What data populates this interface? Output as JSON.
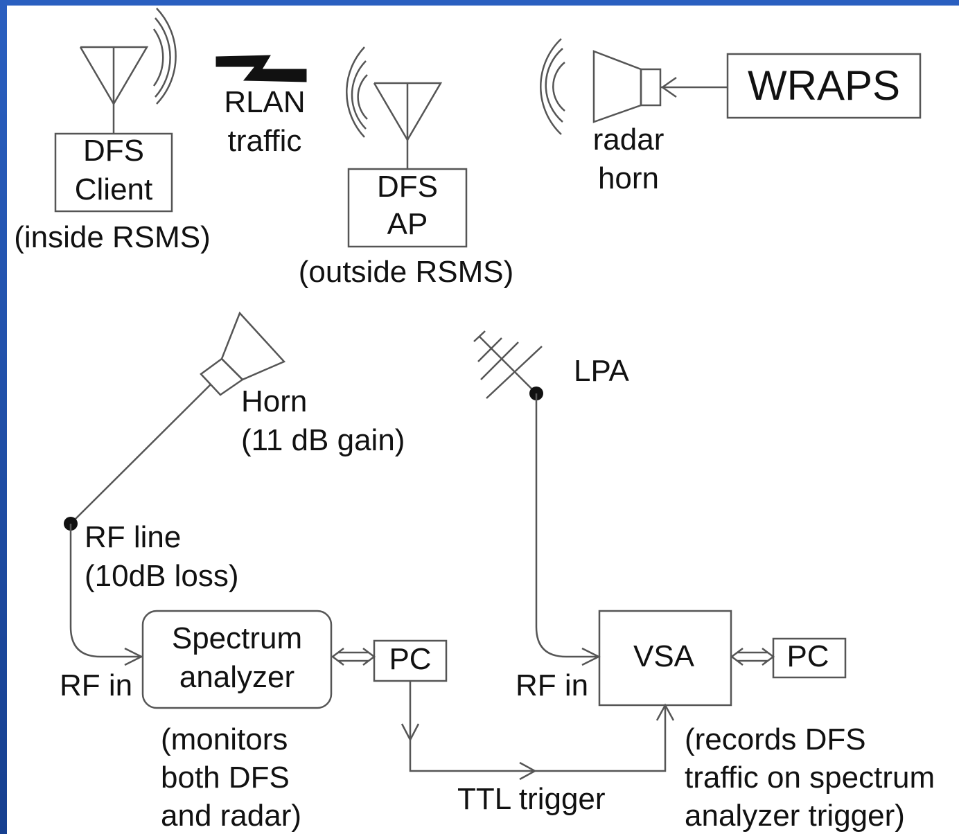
{
  "colors": {
    "frame": "#1f4fa8",
    "background": "#ffffff",
    "ink": "#111111",
    "line": "#555555"
  },
  "top": {
    "client_box": {
      "line1": "DFS",
      "line2": "Client"
    },
    "client_note": "(inside RSMS)",
    "rlan_line1": "RLAN",
    "rlan_line2": "traffic",
    "ap_box": {
      "line1": "DFS",
      "line2": "AP"
    },
    "ap_note": "(outside RSMS)",
    "radar_line1": "radar",
    "radar_line2": "horn",
    "wraps_box": "WRAPS"
  },
  "bottom": {
    "horn_line1": "Horn",
    "horn_line2": "(11 dB gain)",
    "lpa_label": "LPA",
    "rf_line1": "RF line",
    "rf_line2": "(10dB loss)",
    "rf_in_left": "RF in",
    "rf_in_right": "RF in",
    "spectrum_box": {
      "line1": "Spectrum",
      "line2": "analyzer"
    },
    "pc_left": "PC",
    "vsa_box": "VSA",
    "pc_right": "PC",
    "monitors_note": {
      "line1": "(monitors",
      "line2": "both DFS",
      "line3": "and radar)"
    },
    "ttl_label": "TTL trigger",
    "records_note": {
      "line1": "(records DFS",
      "line2": "traffic on spectrum",
      "line3": "analyzer trigger)"
    }
  },
  "icons": [
    "antenna-icon",
    "radio-waves-icon",
    "lightning-bolt-icon",
    "horn-antenna-icon",
    "lpa-antenna-icon"
  ]
}
